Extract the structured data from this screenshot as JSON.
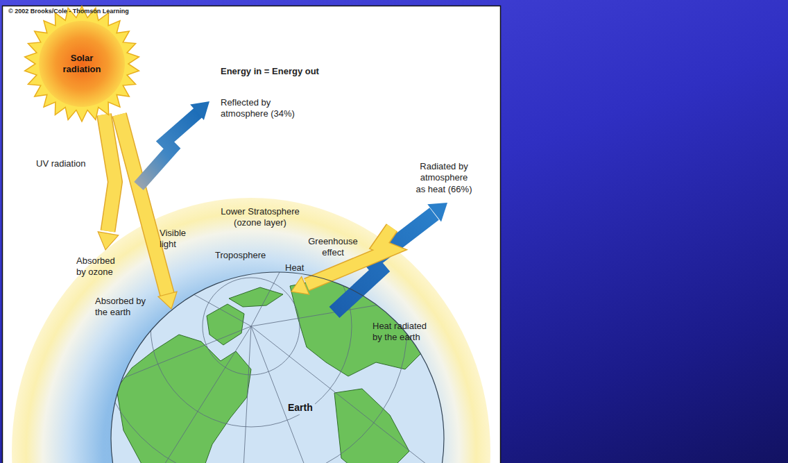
{
  "diagram": {
    "nodes": [
      {
        "text": [
          "Solar radiation"
        ]
      },
      {
        "text": [
          "Earth"
        ]
      }
    ],
    "labels": [
      "© 2002 Brooks/Cole - Thomson Learning",
      "Energy in = Energy out",
      "Reflected by atmosphere (34%)",
      "UV radiation",
      "Lower Stratosphere (ozone layer)",
      "Visible light",
      "Troposphere",
      "Greenhouse effect",
      "Heat",
      "Absorbed by ozone",
      "Absorbed by the earth",
      "Radiated by atmosphere as heat (66%)",
      "Heat radiated by the earth"
    ]
  }
}
